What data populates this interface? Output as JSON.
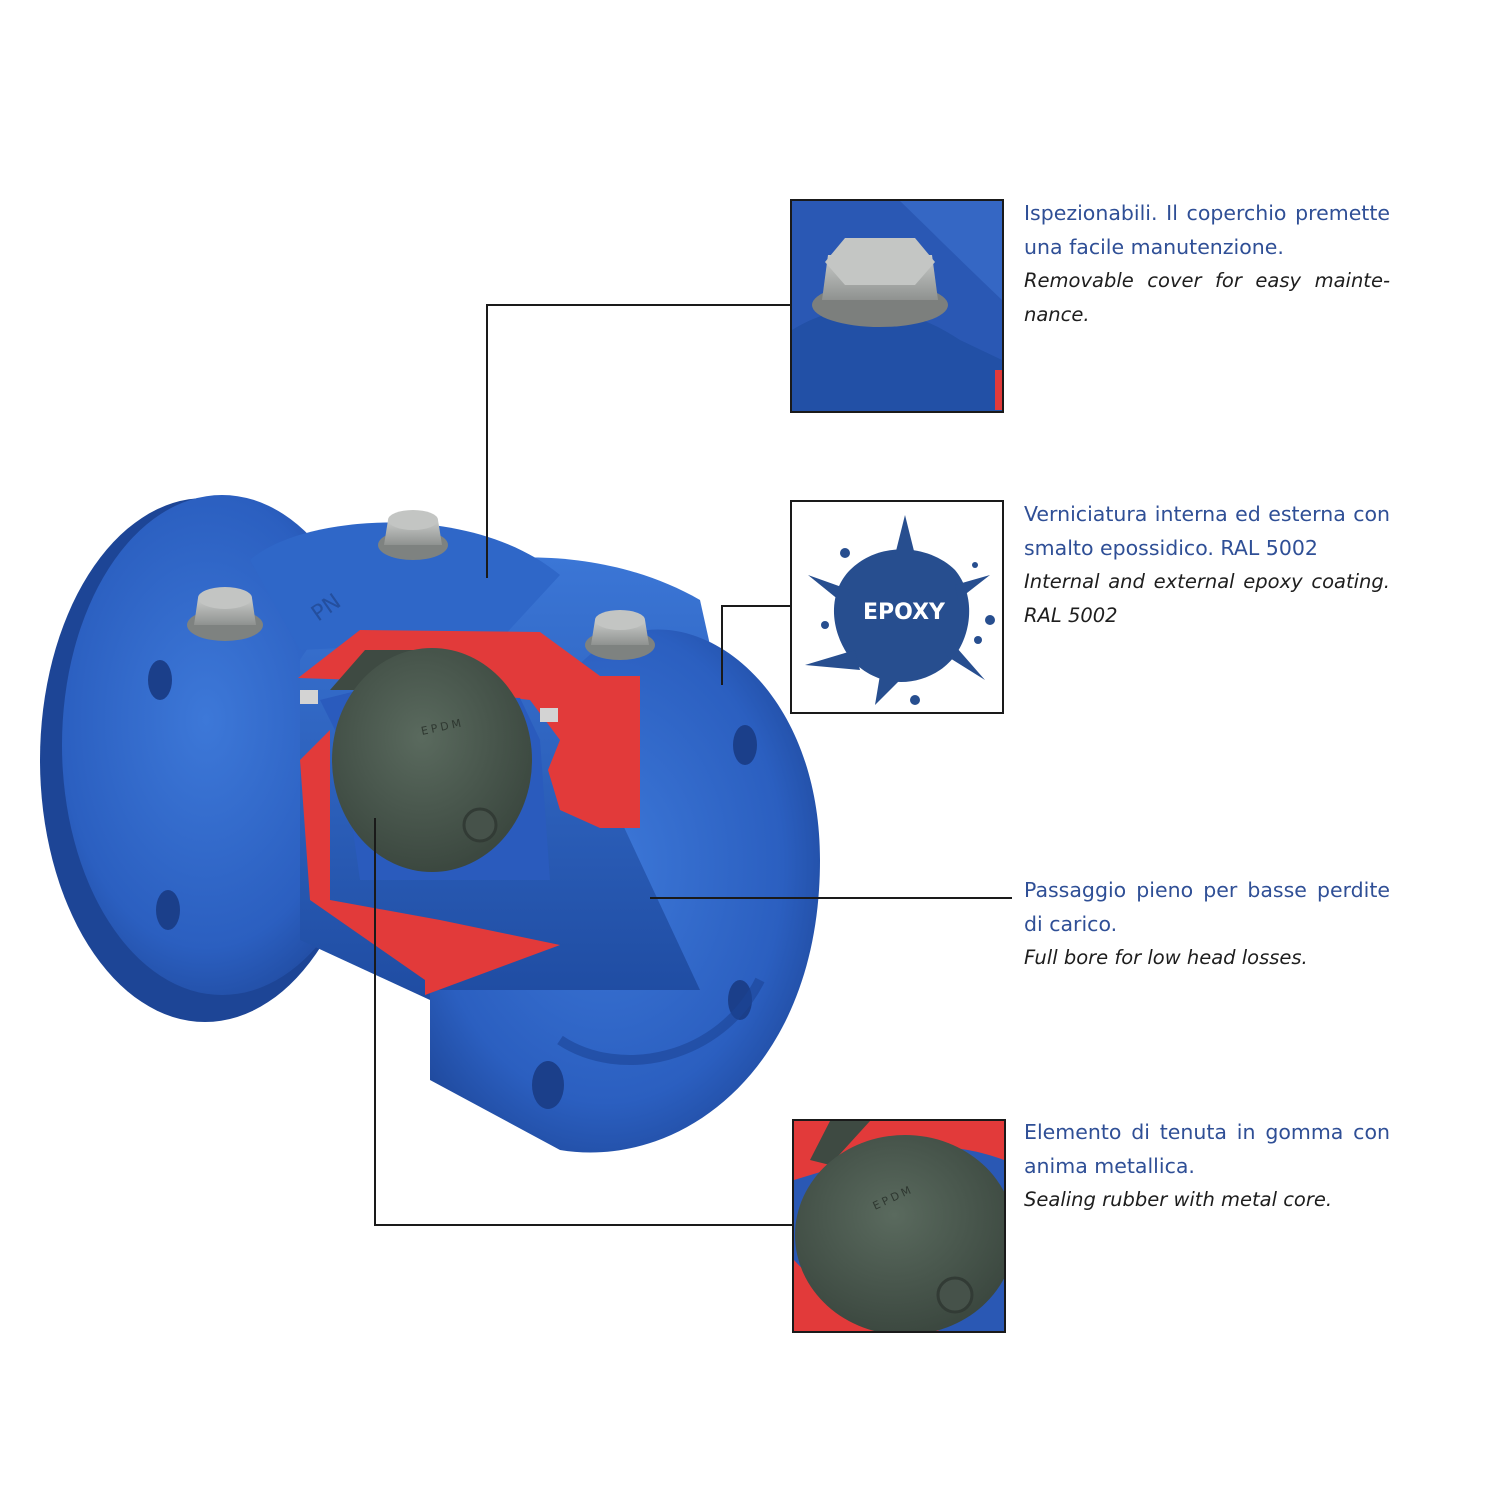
{
  "callouts": [
    {
      "id": "cover",
      "it": "Ispezionabili. Il coperchio premette una facile manutenzione.",
      "en": "Removable cover for easy mainte-nance."
    },
    {
      "id": "coating",
      "it": "Verniciatura interna ed esterna con smalto epossidico. RAL 5002",
      "en": "Internal and external epoxy coating. RAL 5002"
    },
    {
      "id": "bore",
      "it": "Passaggio pieno per basse perdite di carico.",
      "en": "Full bore for low head losses."
    },
    {
      "id": "seal",
      "it": "Elemento di tenuta in gomma con anima metallica.",
      "en": "Sealing rubber with metal core."
    }
  ],
  "epoxy_badge": "EPOXY",
  "cast_marks": {
    "disc_marking": "EPDM",
    "body_marking": "PN"
  },
  "colors": {
    "body_blue": "#2e63c4",
    "cut_red": "#e23a3a",
    "disc_gray": "#4c5a50",
    "text_blue": "#2f4f96",
    "epoxy_blue": "#274e8f"
  }
}
